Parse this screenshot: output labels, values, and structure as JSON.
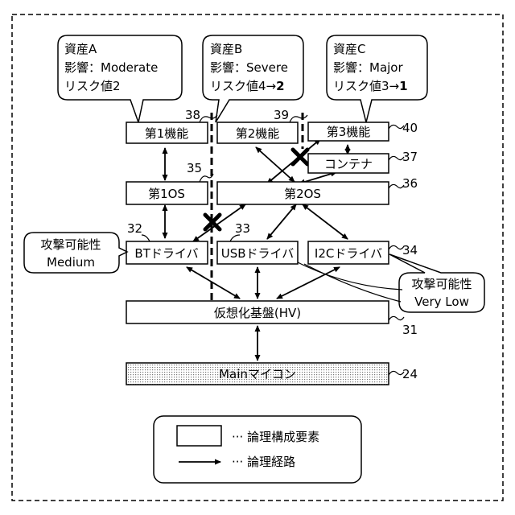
{
  "assets": {
    "a": {
      "name": "資産A",
      "impact": "影響：Moderate",
      "risk": "リスク値2",
      "risk_new": ""
    },
    "b": {
      "name": "資産B",
      "impact": "影響：Severe",
      "risk": "リスク値4→",
      "risk_new": "2"
    },
    "c": {
      "name": "資産C",
      "impact": "影響：Major",
      "risk": "リスク値3→",
      "risk_new": "1"
    }
  },
  "boxes": {
    "func1": "第1機能",
    "func2": "第2機能",
    "func3": "第3機能",
    "container": "コンテナ",
    "os1": "第1OS",
    "os2": "第2OS",
    "bt": "BTドライバ",
    "usb": "USBドライバ",
    "i2c": "I2Cドライバ",
    "hv": "仮想化基盤(HV)",
    "mcu": "Mainマイコン"
  },
  "refs": {
    "r38": "38",
    "r39": "39",
    "r40": "40",
    "r37": "37",
    "r35": "35",
    "r36": "36",
    "r32": "32",
    "r33": "33",
    "r34": "34",
    "r31": "31",
    "r24": "24"
  },
  "callouts": {
    "bt_line1": "攻撃可能性",
    "bt_line2": "Medium",
    "i2c_line1": "攻撃可能性",
    "i2c_line2": "Very Low"
  },
  "legend": {
    "element_label": "··· 論理構成要素",
    "path_label": "··· 論理経路"
  },
  "colors": {
    "line": "#000000",
    "background": "#ffffff",
    "mcu_fill": "#d9d9d9"
  }
}
